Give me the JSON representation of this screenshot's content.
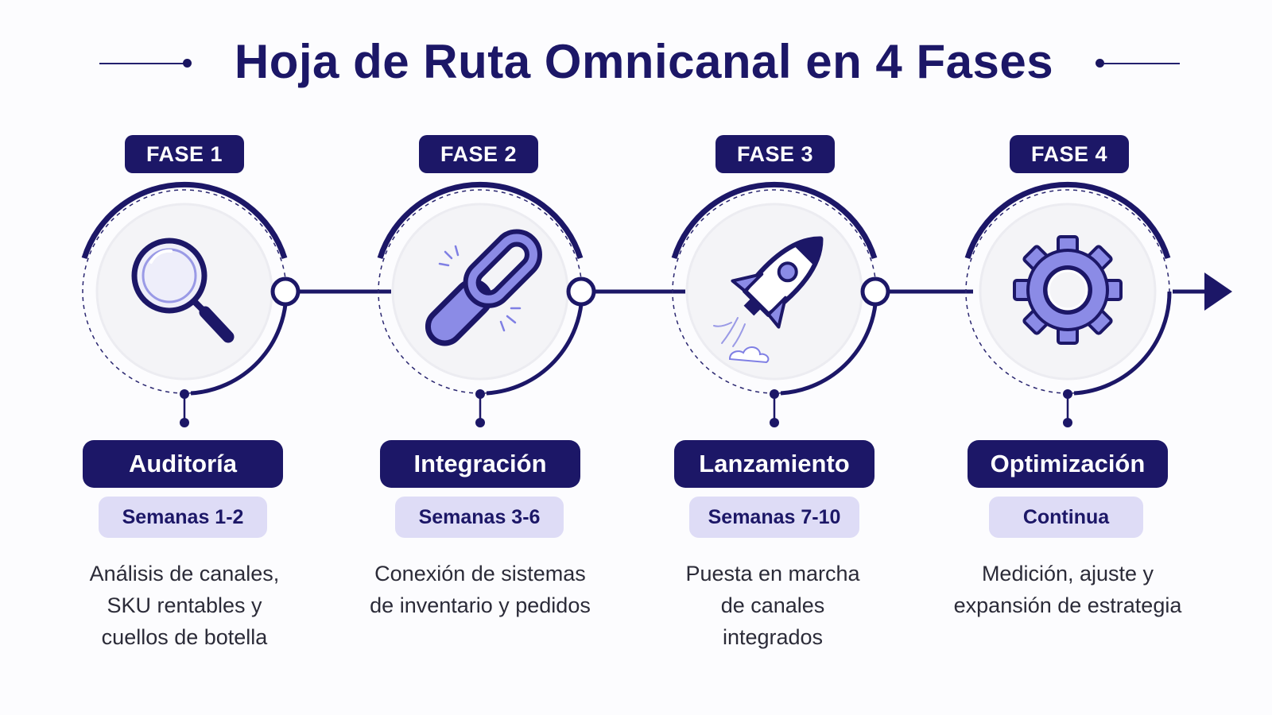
{
  "title": "Hoja de Ruta Omnicanal en 4 Fases",
  "colors": {
    "navy": "#1c1767",
    "accent": "#7f7fe4",
    "light": "#dedcf6"
  },
  "phases": [
    {
      "badge": "FASE 1",
      "icon": "magnifier-icon",
      "name": "Auditoría",
      "duration": "Semanas 1-2",
      "description": [
        "Análisis de canales,",
        "SKU rentables y",
        "cuellos de botella"
      ]
    },
    {
      "badge": "FASE 2",
      "icon": "chain-link-icon",
      "name": "Integración",
      "duration": "Semanas 3-6",
      "description": [
        "Conexión de sistemas",
        "de inventario y pedidos"
      ]
    },
    {
      "badge": "FASE 3",
      "icon": "rocket-icon",
      "name": "Lanzamiento",
      "duration": "Semanas 7-10",
      "description": [
        "Puesta en marcha",
        "de canales",
        "integrados"
      ]
    },
    {
      "badge": "FASE 4",
      "icon": "gear-icon",
      "name": "Optimización",
      "duration": "Continua",
      "description": [
        "Medición, ajuste y",
        "expansión de estrategia"
      ]
    }
  ]
}
